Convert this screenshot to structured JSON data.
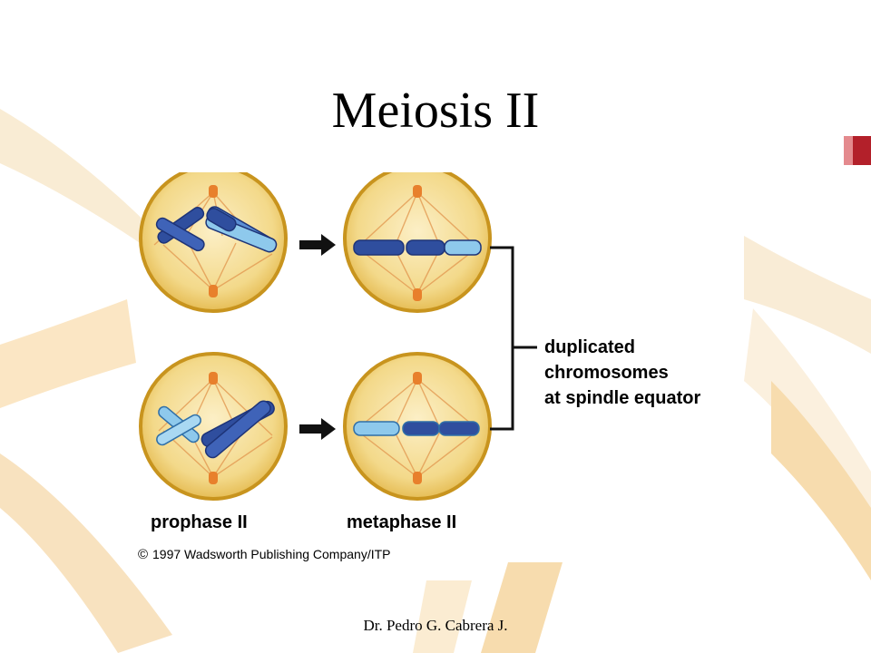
{
  "slide": {
    "title": "Meiosis II",
    "footer": "Dr. Pedro G. Cabrera J."
  },
  "diagram": {
    "annotation_lines": [
      "duplicated",
      "chromosomes",
      "at spindle equator"
    ],
    "stage_labels": [
      "prophase II",
      "metaphase II"
    ],
    "copyright": "1997 Wadsworth Publishing Company/ITP",
    "copyright_symbol": "©"
  },
  "colors": {
    "cell_fill": "#f3d98a",
    "cell_outline": "#c8941e",
    "chromosome_dark": "#2f4e9e",
    "chromosome_light": "#8ec9ec",
    "spindle": "#e39a52",
    "centriole": "#e8802c",
    "background_accent": "#f7dfb0",
    "accent_red": "#b3202a"
  }
}
